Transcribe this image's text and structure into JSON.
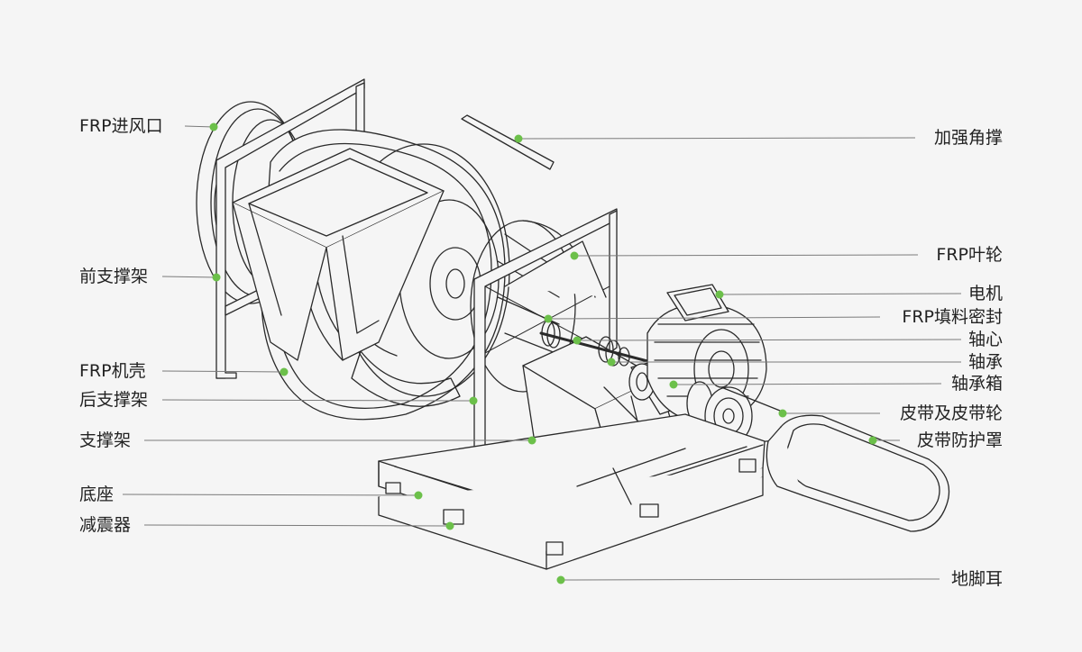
{
  "diagram": {
    "title": "",
    "accent_color": "#6cc04a",
    "line_color": "#2a2a2a",
    "leader_color": "#7a7a7a",
    "labels_left": [
      {
        "id": "frp-inlet",
        "text": "FRP进风口"
      },
      {
        "id": "front-support",
        "text": "前支撑架"
      },
      {
        "id": "frp-casing",
        "text": "FRP机壳"
      },
      {
        "id": "rear-support",
        "text": "后支撑架"
      },
      {
        "id": "support-frame",
        "text": "支撑架"
      },
      {
        "id": "base",
        "text": "底座"
      },
      {
        "id": "damper",
        "text": "减震器"
      }
    ],
    "labels_right": [
      {
        "id": "stiffener",
        "text": "加强角撑"
      },
      {
        "id": "frp-impeller",
        "text": "FRP叶轮"
      },
      {
        "id": "motor",
        "text": "电机"
      },
      {
        "id": "frp-seal",
        "text": "FRP填料密封"
      },
      {
        "id": "shaft",
        "text": "轴心"
      },
      {
        "id": "bearing",
        "text": "轴承"
      },
      {
        "id": "bearing-box",
        "text": "轴承箱"
      },
      {
        "id": "belt-pulley",
        "text": "皮带及皮带轮"
      },
      {
        "id": "belt-guard",
        "text": "皮带防护罩"
      },
      {
        "id": "foot-ear",
        "text": "地脚耳"
      }
    ]
  }
}
